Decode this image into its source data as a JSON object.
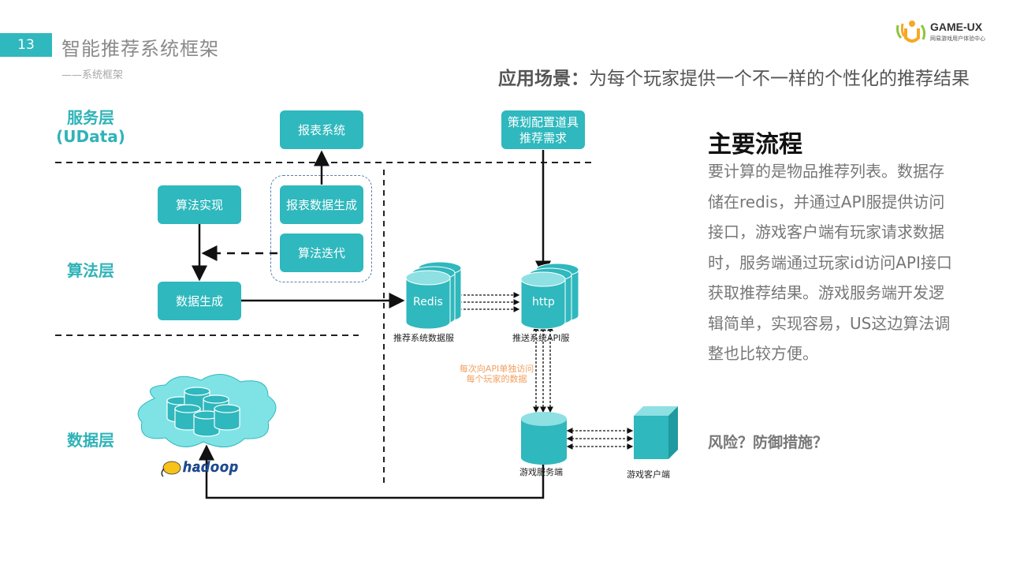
{
  "page_number": "13",
  "title": "智能推荐系统框架",
  "subtitle": "——系统框架",
  "scenario": {
    "label": "应用场景：",
    "text": "为每个玩家提供一个不一样的个性化的推荐结果"
  },
  "logo": {
    "brand": "GAME-UX",
    "tagline": "网易游戏用户体验中心"
  },
  "layers": {
    "service": "服务层(UData)",
    "algorithm": "算法层",
    "data": "数据层"
  },
  "boxes": {
    "report_system": "报表系统",
    "planning": "策划配置道具推荐需求",
    "algo_impl": "算法实现",
    "report_gen": "报表数据生成",
    "algo_iter": "算法迭代",
    "data_gen": "数据生成"
  },
  "nodes": {
    "redis": "Redis",
    "http": "http",
    "redis_caption": "推荐系统数据服",
    "http_caption": "推送系统API服",
    "game_server_caption": "游戏服务端",
    "game_client_caption": "游戏客户端",
    "hadoop": "hadoop"
  },
  "note": "每次向API单独访问每个玩家的数据",
  "main_flow": {
    "heading": "主要流程",
    "body": "要计算的是物品推荐列表。数据存储在redis，并通过API服提供访问接口，游戏客户端有玩家请求数据时，服务端通过玩家id访问API接口获取推荐结果。游戏服务端开发逻辑简单，实现容易，US这边算法调整也比较方便。"
  },
  "risk": "风险？防御措施？",
  "colors": {
    "teal": "#2fb8bd",
    "teal_light": "#7fdde0",
    "label_teal": "#2fb3b8",
    "note_orange": "#f0a060"
  }
}
